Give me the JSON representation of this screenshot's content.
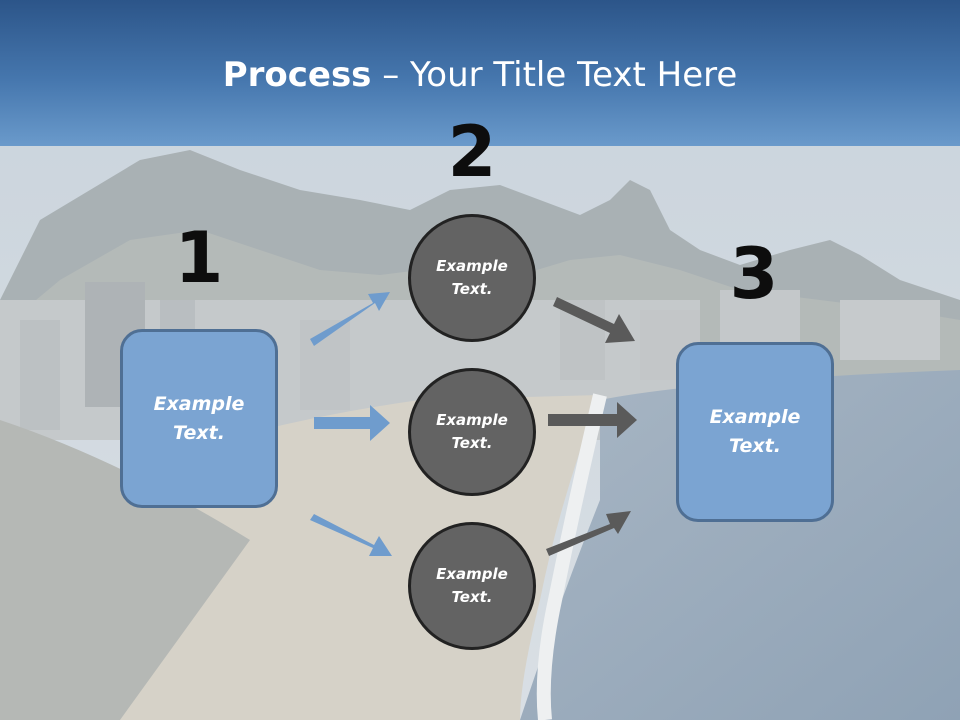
{
  "title": {
    "bold": "Process",
    "rest": " – Your Title Text Here"
  },
  "steps": [
    "1",
    "2",
    "3"
  ],
  "left_box": {
    "line1": "Example",
    "line2": "Text."
  },
  "circles": [
    {
      "line1": "Example",
      "line2": "Text."
    },
    {
      "line1": "Example",
      "line2": "Text."
    },
    {
      "line1": "Example",
      "line2": "Text."
    }
  ],
  "right_box": {
    "line1": "Example",
    "line2": "Text."
  },
  "colors": {
    "header": "#4677ae",
    "box_fill": "#7ba4d2",
    "box_border": "#4f6f94",
    "circle_fill": "#636363",
    "blue_arrow": "#6f9ccd",
    "gray_arrow": "#5a5a5a"
  }
}
